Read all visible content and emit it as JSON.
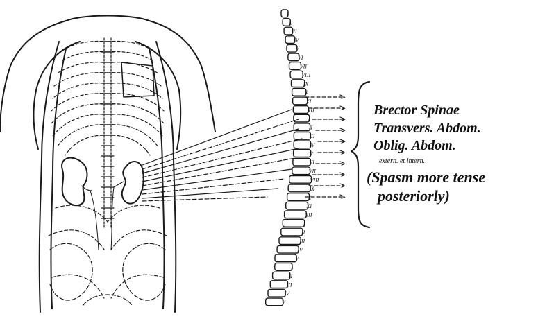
{
  "annotation": {
    "line1": "Brector Spinae",
    "line2": "Transvers. Abdom.",
    "line3": "Oblig. Abdom.",
    "line4": "extern. et intern.",
    "line5": "(Spasm more tense",
    "line6": "posteriorly)"
  },
  "vertebra_labels": [
    "I",
    "II",
    "III",
    "IV",
    "V",
    "VI",
    "VII",
    "VIII",
    "IX",
    "X",
    "XI",
    "XII",
    "I",
    "II",
    "III",
    "IV",
    "V",
    "VI",
    "VII",
    "VIII",
    "IX",
    "X",
    "XI",
    "XII",
    "I",
    "II",
    "III",
    "IV",
    "V",
    "I",
    "II",
    "III",
    "IV",
    "V"
  ],
  "colors": {
    "ink": "#1a1a1a",
    "paper": "#ffffff"
  }
}
